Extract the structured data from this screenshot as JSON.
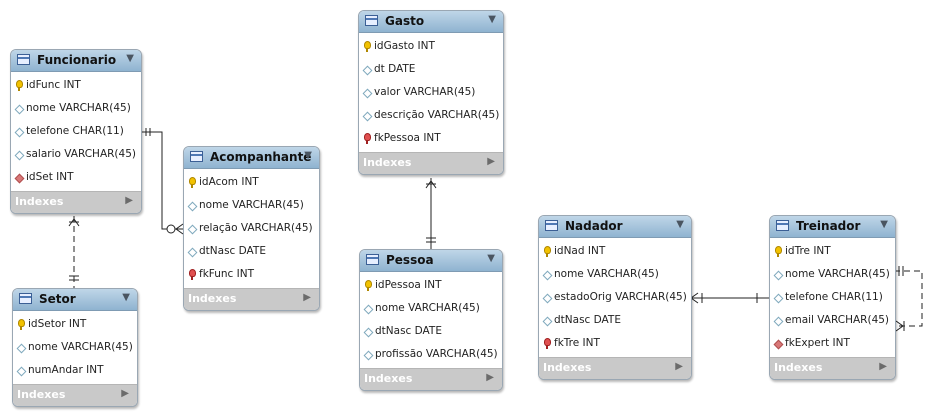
{
  "tables": [
    {
      "name": "Funcionario",
      "columns": [
        {
          "text": "idFunc INT",
          "icon": "key-icon"
        },
        {
          "text": "nome VARCHAR(45)",
          "icon": "column-icon"
        },
        {
          "text": "telefone CHAR(11)",
          "icon": "column-icon"
        },
        {
          "text": "salario VARCHAR(45)",
          "icon": "column-icon"
        },
        {
          "text": "idSet INT",
          "icon": "foreign-column-icon"
        }
      ],
      "indexes": "Indexes"
    },
    {
      "name": "Setor",
      "columns": [
        {
          "text": "idSetor INT",
          "icon": "key-icon"
        },
        {
          "text": "nome VARCHAR(45)",
          "icon": "column-icon"
        },
        {
          "text": "numAndar INT",
          "icon": "column-icon"
        }
      ],
      "indexes": "Indexes"
    },
    {
      "name": "Acompanhante",
      "columns": [
        {
          "text": "idAcom INT",
          "icon": "key-icon"
        },
        {
          "text": "nome VARCHAR(45)",
          "icon": "column-icon"
        },
        {
          "text": "relação VARCHAR(45)",
          "icon": "column-icon"
        },
        {
          "text": "dtNasc DATE",
          "icon": "column-icon"
        },
        {
          "text": "fkFunc INT",
          "icon": "foreign-key-icon"
        }
      ],
      "indexes": "Indexes"
    },
    {
      "name": "Gasto",
      "columns": [
        {
          "text": "idGasto INT",
          "icon": "key-icon"
        },
        {
          "text": "dt DATE",
          "icon": "column-icon"
        },
        {
          "text": "valor VARCHAR(45)",
          "icon": "column-icon"
        },
        {
          "text": "descrição VARCHAR(45)",
          "icon": "column-icon"
        },
        {
          "text": "fkPessoa INT",
          "icon": "foreign-key-icon"
        }
      ],
      "indexes": "Indexes"
    },
    {
      "name": "Pessoa",
      "columns": [
        {
          "text": "idPessoa INT",
          "icon": "key-icon"
        },
        {
          "text": "nome VARCHAR(45)",
          "icon": "column-icon"
        },
        {
          "text": "dtNasc DATE",
          "icon": "column-icon"
        },
        {
          "text": "profissão VARCHAR(45)",
          "icon": "column-icon"
        }
      ],
      "indexes": "Indexes"
    },
    {
      "name": "Nadador",
      "columns": [
        {
          "text": "idNad INT",
          "icon": "key-icon"
        },
        {
          "text": "nome VARCHAR(45)",
          "icon": "column-icon"
        },
        {
          "text": "estadoOrig VARCHAR(45)",
          "icon": "column-icon"
        },
        {
          "text": "dtNasc DATE",
          "icon": "column-icon"
        },
        {
          "text": "fkTre INT",
          "icon": "foreign-key-icon"
        }
      ],
      "indexes": "Indexes"
    },
    {
      "name": "Treinador",
      "columns": [
        {
          "text": "idTre INT",
          "icon": "key-icon"
        },
        {
          "text": "nome VARCHAR(45)",
          "icon": "column-icon"
        },
        {
          "text": "telefone CHAR(11)",
          "icon": "column-icon"
        },
        {
          "text": "email VARCHAR(45)",
          "icon": "column-icon"
        },
        {
          "text": "fkExpert INT",
          "icon": "foreign-column-icon"
        }
      ],
      "indexes": "Indexes"
    }
  ]
}
